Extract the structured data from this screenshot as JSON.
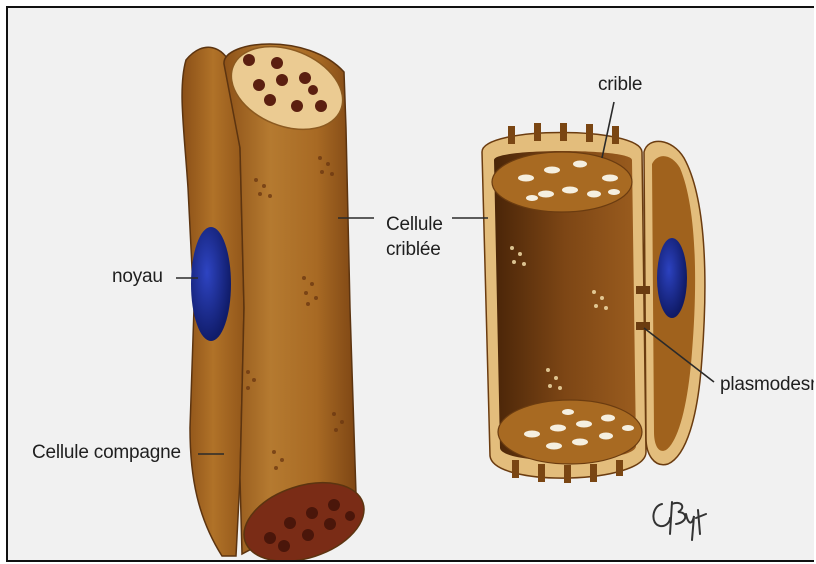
{
  "labels": {
    "noyau": "noyau",
    "cellule_compagne": "Cellule compagne",
    "cellule_criblee_line1": "Cellule",
    "cellule_criblee_line2": "criblée",
    "crible": "crible",
    "plasmodesmes": "plasmodesmes"
  },
  "signature_text": "CBoyle",
  "colors": {
    "cell_brown": "#b37329",
    "cell_dark": "#7a4613",
    "lumen_dark": "#5a300c",
    "rim_light": "#e8c78e",
    "pore": "#5b1f10",
    "nucleus": "#1b2a8c",
    "background": "#f1f1f1"
  }
}
